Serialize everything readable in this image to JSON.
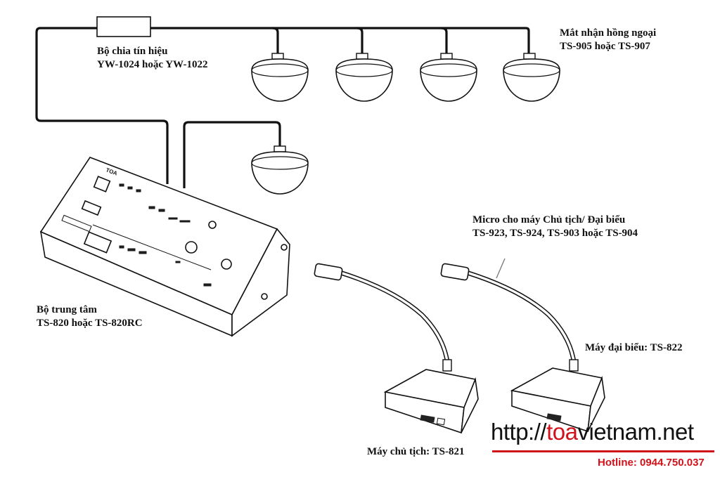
{
  "labels": {
    "splitter_line1": "Bộ chia tín hiệu",
    "splitter_line2": "YW-1024 hoặc YW-1022",
    "receiver_line1": "Mắt nhận hồng ngoại",
    "receiver_line2": "TS-905 hoặc TS-907",
    "central_line1": "Bộ trung tâm",
    "central_line2": "TS-820 hoặc TS-820RC",
    "mic_line1": "Micro cho máy Chủ tịch/ Đại biểu",
    "mic_line2": "TS-923, TS-924, TS-903 hoặc TS-904",
    "delegate": "Máy đại biểu: TS-822",
    "chairman": "Máy chủ tịch: TS-821"
  },
  "unit_brand": "TOA",
  "watermark": {
    "prefix": "http",
    "sep": "://",
    "brand_accent": "toa",
    "brand_rest": "vietnam.net",
    "hotline": "Hotline: 0944.750.037"
  },
  "colors": {
    "accent": "#d0121b",
    "line": "#111111"
  }
}
